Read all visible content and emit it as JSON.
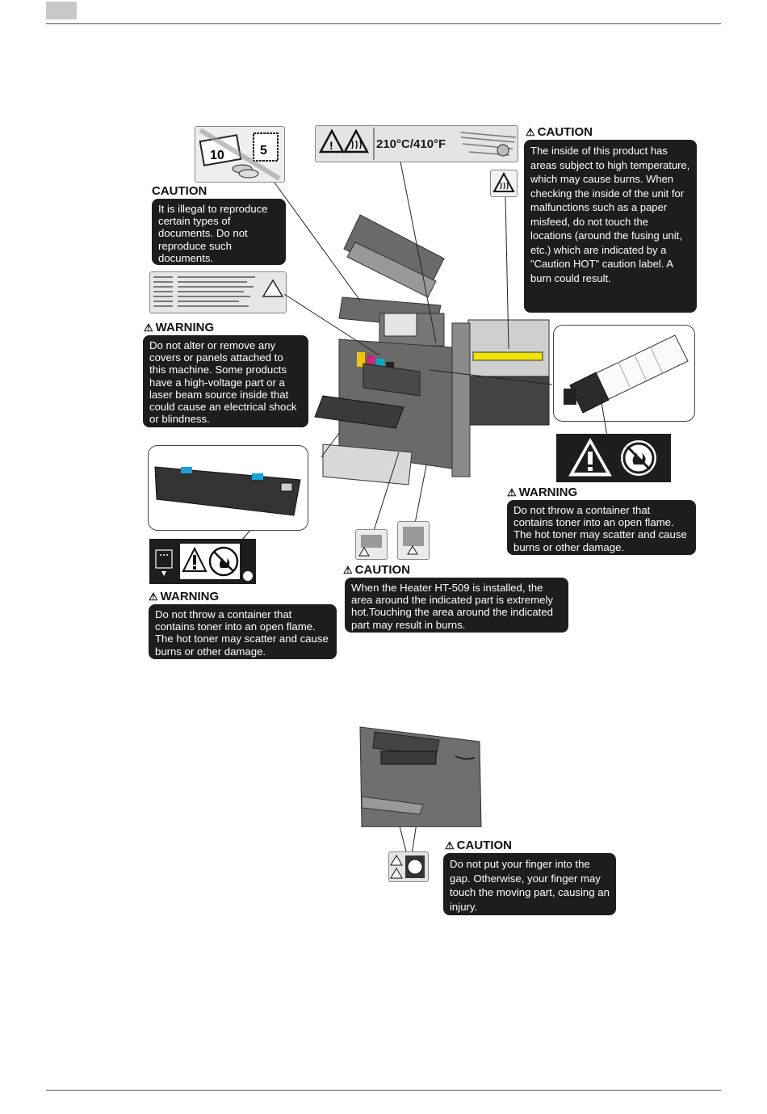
{
  "header": {
    "tab_box": ""
  },
  "labels": {
    "temp_label": "210°C/410°F",
    "money_values": [
      "10",
      "5"
    ]
  },
  "callouts": {
    "c1": {
      "title": "CAUTION",
      "text": "It is illegal to reproduce certain types of documents. Do not reproduce such documents."
    },
    "c2": {
      "title": "CAUTION",
      "text": "The inside of this product has areas subject to high temperature, which may cause burns. When checking the inside of the unit for malfunctions such as a paper misfeed, do not touch the locations (around the fusing unit, etc.) which are indicated by a \"Caution HOT\" caution label. A burn could result."
    },
    "w1": {
      "title": "WARNING",
      "text": "Do not alter or remove any covers or panels attached to this machine. Some products have a high-voltage part or a laser beam source inside that could cause an electrical shock or blindness."
    },
    "w2": {
      "title": "WARNING",
      "text": "Do not throw a container that contains toner into an open flame. The hot toner may scatter and cause burns or other damage."
    },
    "c3": {
      "title": "CAUTION",
      "text": "When the Heater HT-509 is installed, the area around the indicated part is extremely hot.Touching the area around the indicated part may result in burns."
    },
    "w3": {
      "title": "WARNING",
      "text": "Do not throw a container that contains toner into an open flame. The hot toner may scatter and cause burns or other damage."
    },
    "c4": {
      "title": "CAUTION",
      "text": "Do not put your finger into the gap. Otherwise, your finger may touch the moving part, causing an injury."
    }
  },
  "icons": [
    "warning-triangle-icon",
    "hot-surface-icon",
    "no-fire-icon",
    "toner-disposal-icon",
    "finger-pinch-icon"
  ]
}
